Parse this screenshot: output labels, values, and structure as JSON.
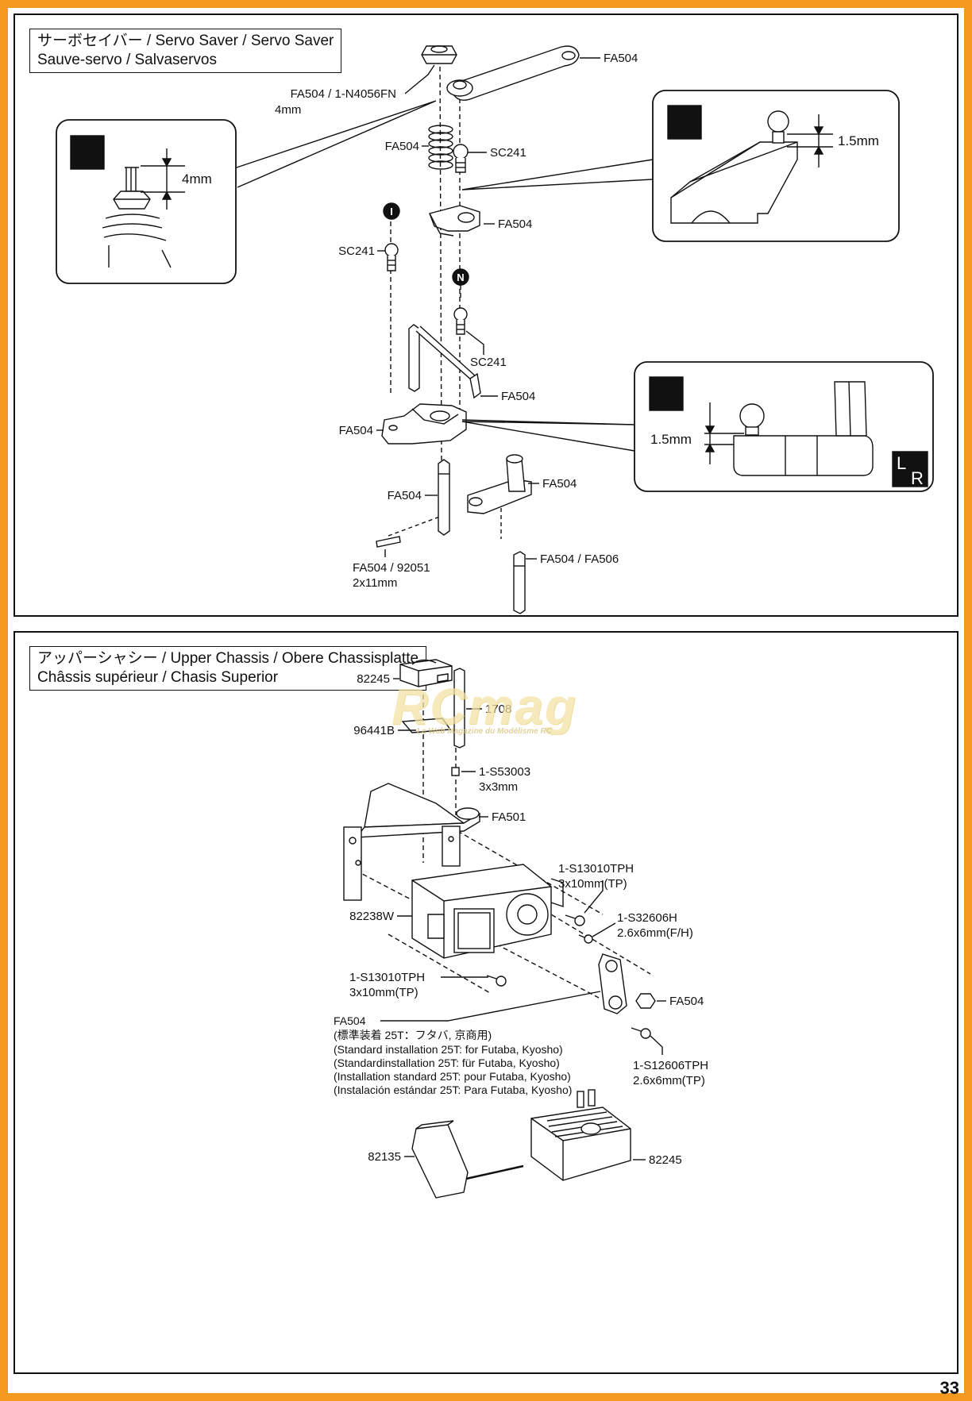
{
  "page_number": "33",
  "watermark": {
    "logo": "RCmag",
    "tagline": "Le Web Magazine du Modélisme RC"
  },
  "servo_saver": {
    "title_line1": "サーボセイバー / Servo Saver / Servo Saver",
    "title_line2": "Sauve-servo / Salvaservos",
    "labels": {
      "nut": "FA504 / 1-N4056FN",
      "nut_size": "4mm",
      "arm_top": "FA504",
      "spring": "FA504",
      "ball_top": "SC241",
      "horn": "FA504",
      "ball_left": "SC241",
      "ball_right": "SC241",
      "rod": "FA504",
      "base": "FA504",
      "post": "FA504",
      "lower_arm": "FA504",
      "pin": "FA504 / 92051",
      "pin_size": "2x11mm",
      "shaft": "FA504 / FA506"
    },
    "markers": {
      "left": "I",
      "right": "N"
    },
    "detail_nut": "4mm",
    "detail_arm": "1.5mm",
    "detail_lower": "1.5mm",
    "lr_badge": {
      "l": "L",
      "r": "R"
    }
  },
  "upper_chassis": {
    "title_line1": "アッパーシャシー / Upper Chassis / Obere Chassisplatte",
    "title_line2": "Châssis supérieur / Chasis Superior",
    "labels": {
      "receiver_box": "82245",
      "pad": "96441B",
      "rod": "1708",
      "set_screw": "1-S53003",
      "set_screw_size": "3x3mm",
      "bracket": "FA501",
      "servo": "82238W",
      "screw_a": "1-S13010TPH",
      "screw_a_size": "3x10mm(TP)",
      "screw_b": "1-S32606H",
      "screw_b_size": "2.6x6mm(F/H)",
      "screw_c": "1-S13010TPH",
      "screw_c_size": "3x10mm(TP)",
      "nut": "FA504",
      "screw_d": "1-S12606TPH",
      "screw_d_size": "2.6x6mm(TP)",
      "receiver": "82135",
      "esc": "82245"
    },
    "horn_note": [
      "FA504",
      "(標準装着 25T：フタバ, 京商用)",
      "(Standard installation 25T: for Futaba, Kyosho)",
      "(Standardinstallation 25T: für Futaba, Kyosho)",
      "(Installation standard 25T: pour Futaba, Kyosho)",
      "(Instalación estándar 25T: Para Futaba, Kyosho)"
    ]
  }
}
